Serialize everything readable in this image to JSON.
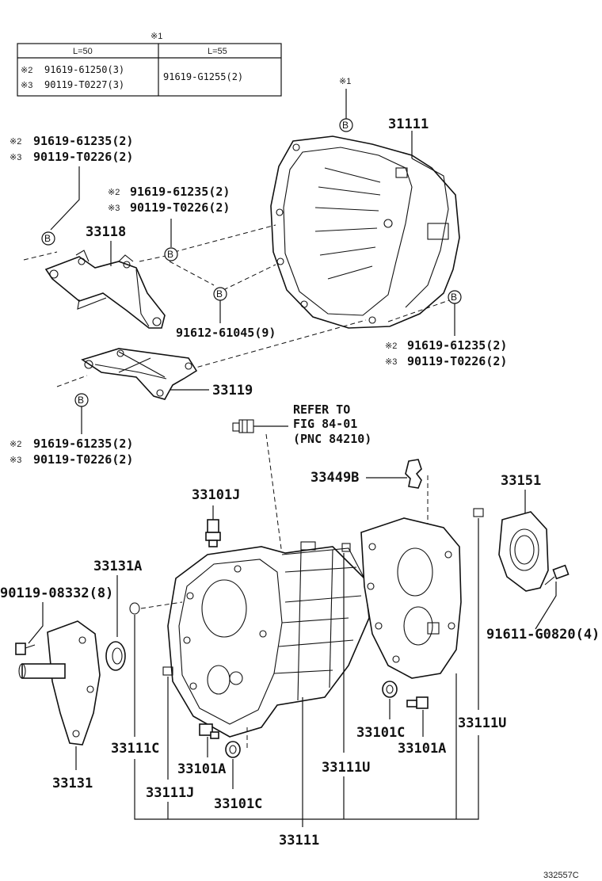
{
  "table": {
    "header_mark": "※1",
    "col1_header": "L=50",
    "col2_header": "L=55",
    "row1_mark": "※2",
    "row1_part": "91619-61250(3)",
    "row2_mark": "※3",
    "row2_part": "90119-T0227(3)",
    "col2_part": "91619-G1255(2)"
  },
  "callout_letter": "B",
  "mark1": "※1",
  "mark2": "※2",
  "mark3": "※3",
  "labels": {
    "p31111": "31111",
    "p33118": "33118",
    "p33119": "33119",
    "p91612": "91612-61045(9)",
    "g1_line1": "91619-61235(2)",
    "g1_line2": "90119-T0226(2)",
    "g2_line1": "91619-61235(2)",
    "g2_line2": "90119-T0226(2)",
    "g3_line1": "91619-61235(2)",
    "g3_line2": "90119-T0226(2)",
    "g4_line1": "91619-61235(2)",
    "g4_line2": "90119-T0226(2)",
    "refer1": "REFER TO",
    "refer2": "FIG 84-01",
    "refer3": "(PNC 84210)",
    "p33449B": "33449B",
    "p33151": "33151",
    "p33101J": "33101J",
    "p33131A": "33131A",
    "p90119": "90119-08332(8)",
    "p91611": "91611-G0820(4)",
    "p33131": "33131",
    "p33111C_a": "33111C",
    "p33101A_a": "33101A",
    "p33111J": "33111J",
    "p33101C_a": "33101C",
    "p33111U_a": "33111U",
    "p33101C_b": "33101C",
    "p33101A_b": "33101A",
    "p33111U_b": "33111U",
    "p33111": "33111"
  },
  "figure_id": "332557C"
}
